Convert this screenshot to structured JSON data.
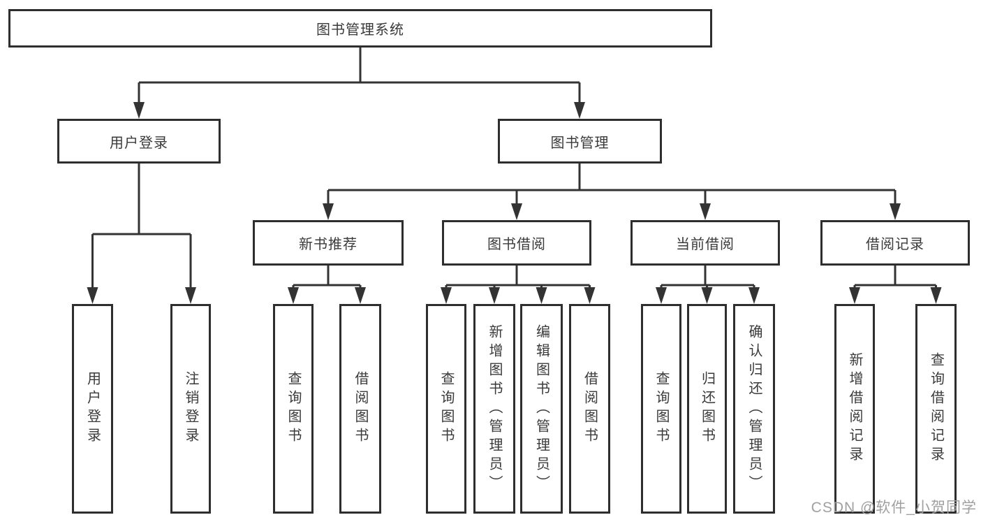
{
  "diagram": {
    "title": "图书管理系统",
    "root": {
      "label": "图书管理系统"
    },
    "user_login": {
      "label": "用户登录",
      "children": [
        "用户登录",
        "注销登录"
      ]
    },
    "book_mgmt": {
      "label": "图书管理"
    },
    "new_book": {
      "label": "新书推荐",
      "children": [
        "查询图书",
        "借阅图书"
      ]
    },
    "borrow": {
      "label": "图书借阅",
      "children": [
        "查询图书",
        "新增图书（管理员）",
        "编辑图书（管理员）",
        "借阅图书"
      ]
    },
    "current": {
      "label": "当前借阅",
      "children": [
        "查询图书",
        "归还图书",
        "确认归还（管理员）"
      ]
    },
    "records": {
      "label": "借阅记录",
      "children": [
        "新增借阅记录",
        "查询借阅记录"
      ]
    }
  },
  "watermark": {
    "text": "CSDN @软件_小贺同学"
  },
  "colors": {
    "line": "#333333",
    "box_border": "#2e2e2e",
    "text": "#3a3a3a",
    "watermark": "#a0a0a0",
    "background": "#ffffff"
  }
}
